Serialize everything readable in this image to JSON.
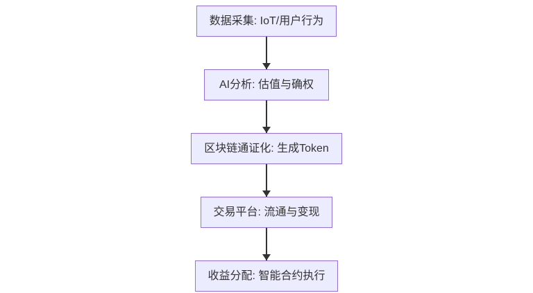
{
  "diagram": {
    "type": "flowchart",
    "direction": "top-down",
    "colors": {
      "background": "#ffffff",
      "node-fill": "#ECECFF",
      "node-border": "#9370DB",
      "text": "#333333",
      "arrow": "#333333"
    },
    "nodes": [
      {
        "label": "数据采集: IoT/用户行为"
      },
      {
        "label": "AI分析: 估值与确权"
      },
      {
        "label": "区块链通证化: 生成Token"
      },
      {
        "label": "交易平台: 流通与变现"
      },
      {
        "label": "收益分配: 智能合约执行"
      }
    ],
    "edges": [
      {
        "from": "数据采集: IoT/用户行为",
        "to": "AI分析: 估值与确权"
      },
      {
        "from": "AI分析: 估值与确权",
        "to": "区块链通证化: 生成Token"
      },
      {
        "from": "区块链通证化: 生成Token",
        "to": "交易平台: 流通与变现"
      },
      {
        "from": "交易平台: 流通与变现",
        "to": "收益分配: 智能合约执行"
      }
    ]
  }
}
